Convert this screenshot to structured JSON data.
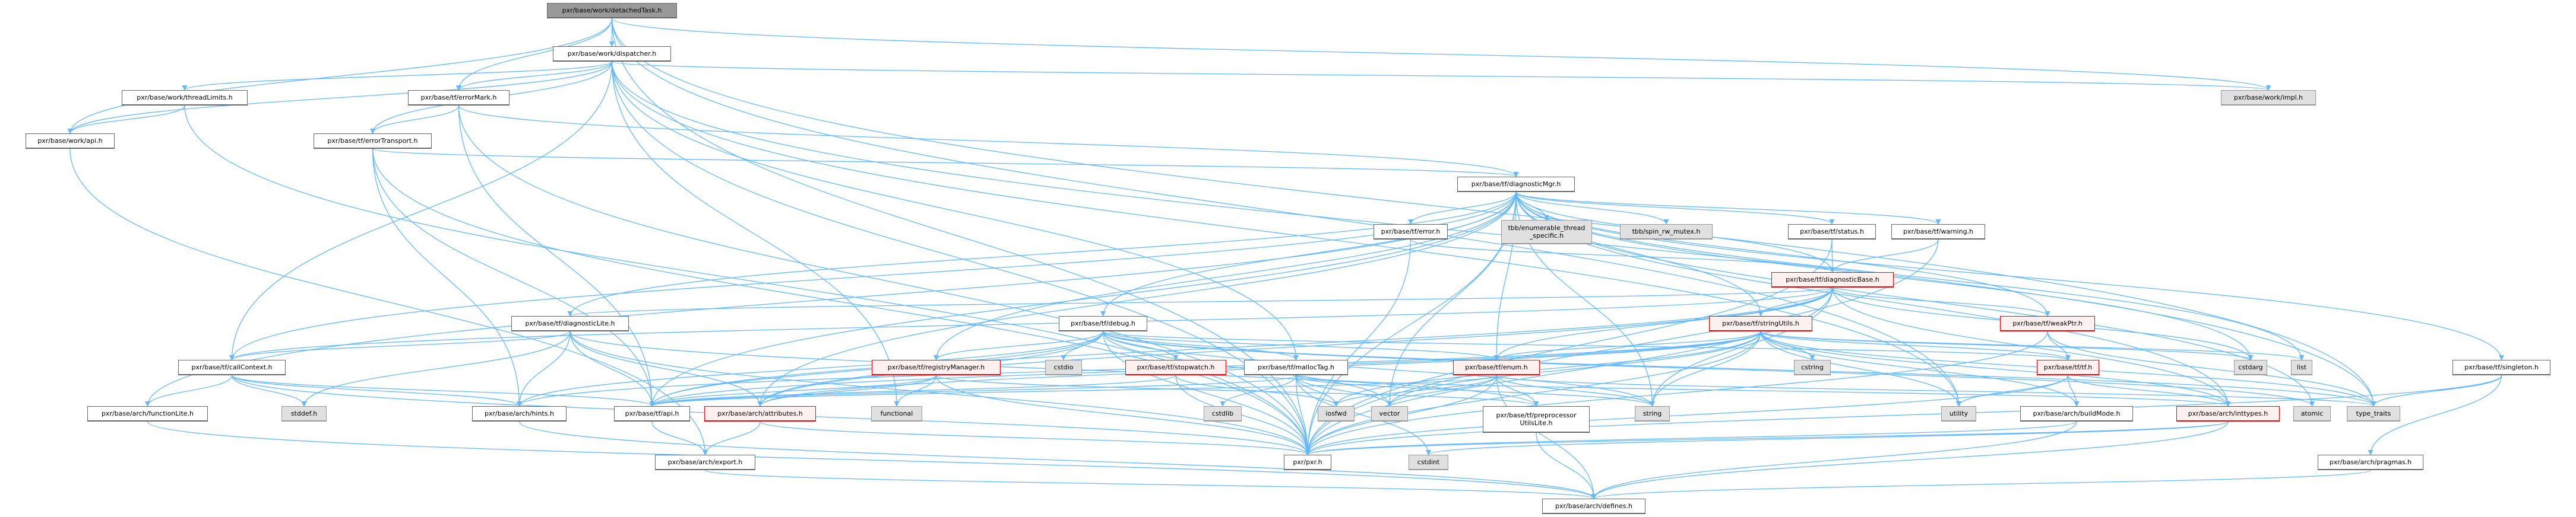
{
  "title": "pxr/base/work/detachedTask.h include dependency graph",
  "edge_color": "#63b8ff",
  "nodes": [
    {
      "id": "detachedTask",
      "label": "pxr/base/work/detachedTask.h",
      "kind": "root"
    },
    {
      "id": "dispatcher",
      "label": "pxr/base/work/dispatcher.h",
      "kind": "normal"
    },
    {
      "id": "threadLimits",
      "label": "pxr/base/work/threadLimits.h",
      "kind": "normal"
    },
    {
      "id": "errorMark",
      "label": "pxr/base/tf/errorMark.h",
      "kind": "normal"
    },
    {
      "id": "impl",
      "label": "pxr/base/work/impl.h",
      "kind": "external"
    },
    {
      "id": "workApi",
      "label": "pxr/base/work/api.h",
      "kind": "normal"
    },
    {
      "id": "errorTransport",
      "label": "pxr/base/tf/errorTransport.h",
      "kind": "normal"
    },
    {
      "id": "diagnosticMgr",
      "label": "pxr/base/tf/diagnosticMgr.h",
      "kind": "normal"
    },
    {
      "id": "error",
      "label": "pxr/base/tf/error.h",
      "kind": "normal"
    },
    {
      "id": "tbbEnum",
      "label": "tbb/enumerable_thread\n_specific.h",
      "kind": "external"
    },
    {
      "id": "tbbSpin",
      "label": "tbb/spin_rw_mutex.h",
      "kind": "external"
    },
    {
      "id": "status",
      "label": "pxr/base/tf/status.h",
      "kind": "normal"
    },
    {
      "id": "warning",
      "label": "pxr/base/tf/warning.h",
      "kind": "normal"
    },
    {
      "id": "diagnosticBase",
      "label": "pxr/base/tf/diagnosticBase.h",
      "kind": "truncated"
    },
    {
      "id": "diagnosticLite",
      "label": "pxr/base/tf/diagnosticLite.h",
      "kind": "normal"
    },
    {
      "id": "debug",
      "label": "pxr/base/tf/debug.h",
      "kind": "normal"
    },
    {
      "id": "stringUtils",
      "label": "pxr/base/tf/stringUtils.h",
      "kind": "truncated"
    },
    {
      "id": "weakPtr",
      "label": "pxr/base/tf/weakPtr.h",
      "kind": "truncated"
    },
    {
      "id": "callContext",
      "label": "pxr/base/tf/callContext.h",
      "kind": "normal"
    },
    {
      "id": "registryManager",
      "label": "pxr/base/tf/registryManager.h",
      "kind": "truncated"
    },
    {
      "id": "cstdio",
      "label": "cstdio",
      "kind": "external"
    },
    {
      "id": "stopwatch",
      "label": "pxr/base/tf/stopwatch.h",
      "kind": "truncated"
    },
    {
      "id": "mallocTag",
      "label": "pxr/base/tf/mallocTag.h",
      "kind": "normal"
    },
    {
      "id": "enum",
      "label": "pxr/base/tf/enum.h",
      "kind": "truncated"
    },
    {
      "id": "cstring",
      "label": "cstring",
      "kind": "external"
    },
    {
      "id": "tf",
      "label": "pxr/base/tf/tf.h",
      "kind": "truncated"
    },
    {
      "id": "cstdarg",
      "label": "cstdarg",
      "kind": "external"
    },
    {
      "id": "list",
      "label": "list",
      "kind": "external"
    },
    {
      "id": "singleton",
      "label": "pxr/base/tf/singleton.h",
      "kind": "normal"
    },
    {
      "id": "functionLite",
      "label": "pxr/base/arch/functionLite.h",
      "kind": "normal"
    },
    {
      "id": "stddef",
      "label": "stddef.h",
      "kind": "external"
    },
    {
      "id": "hints",
      "label": "pxr/base/arch/hints.h",
      "kind": "normal"
    },
    {
      "id": "tfApi",
      "label": "pxr/base/tf/api.h",
      "kind": "normal"
    },
    {
      "id": "attributes",
      "label": "pxr/base/arch/attributes.h",
      "kind": "truncated"
    },
    {
      "id": "functional",
      "label": "functional",
      "kind": "external"
    },
    {
      "id": "cstdlib",
      "label": "cstdlib",
      "kind": "external"
    },
    {
      "id": "iosfwd",
      "label": "iosfwd",
      "kind": "external"
    },
    {
      "id": "vector",
      "label": "vector",
      "kind": "external"
    },
    {
      "id": "preprocessorUtilsLite",
      "label": "pxr/base/tf/preprocessor\nUtilsLite.h",
      "kind": "normal"
    },
    {
      "id": "string",
      "label": "string",
      "kind": "external"
    },
    {
      "id": "utility",
      "label": "utility",
      "kind": "external"
    },
    {
      "id": "buildMode",
      "label": "pxr/base/arch/buildMode.h",
      "kind": "normal"
    },
    {
      "id": "inttypes",
      "label": "pxr/base/arch/inttypes.h",
      "kind": "truncated"
    },
    {
      "id": "atomic",
      "label": "atomic",
      "kind": "external"
    },
    {
      "id": "typeTraits",
      "label": "type_traits",
      "kind": "external"
    },
    {
      "id": "export",
      "label": "pxr/base/arch/export.h",
      "kind": "normal"
    },
    {
      "id": "pxr",
      "label": "pxr/pxr.h",
      "kind": "normal"
    },
    {
      "id": "cstdint",
      "label": "cstdint",
      "kind": "external"
    },
    {
      "id": "pragmas",
      "label": "pxr/base/arch/pragmas.h",
      "kind": "normal"
    },
    {
      "id": "defines",
      "label": "pxr/base/arch/defines.h",
      "kind": "normal"
    }
  ],
  "edges": [
    [
      "detachedTask",
      "dispatcher"
    ],
    [
      "detachedTask",
      "workApi"
    ],
    [
      "detachedTask",
      "errorMark"
    ],
    [
      "detachedTask",
      "impl"
    ],
    [
      "detachedTask",
      "pxr"
    ],
    [
      "detachedTask",
      "utility"
    ],
    [
      "detachedTask",
      "typeTraits"
    ],
    [
      "dispatcher",
      "threadLimits"
    ],
    [
      "dispatcher",
      "workApi"
    ],
    [
      "dispatcher",
      "errorMark"
    ],
    [
      "dispatcher",
      "errorTransport"
    ],
    [
      "dispatcher",
      "impl"
    ],
    [
      "dispatcher",
      "pxr"
    ],
    [
      "dispatcher",
      "functional"
    ],
    [
      "dispatcher",
      "typeTraits"
    ],
    [
      "dispatcher",
      "mallocTag"
    ],
    [
      "dispatcher",
      "callContext"
    ],
    [
      "dispatcher",
      "utility"
    ],
    [
      "threadLimits",
      "workApi"
    ],
    [
      "threadLimits",
      "pxr"
    ],
    [
      "errorMark",
      "errorTransport"
    ],
    [
      "errorMark",
      "diagnosticMgr"
    ],
    [
      "errorMark",
      "tfApi"
    ],
    [
      "errorMark",
      "pxr"
    ],
    [
      "workApi",
      "export"
    ],
    [
      "errorTransport",
      "diagnosticMgr"
    ],
    [
      "errorTransport",
      "tfApi"
    ],
    [
      "errorTransport",
      "hints"
    ],
    [
      "errorTransport",
      "pxr"
    ],
    [
      "diagnosticMgr",
      "error"
    ],
    [
      "diagnosticMgr",
      "tbbEnum"
    ],
    [
      "diagnosticMgr",
      "tbbSpin"
    ],
    [
      "diagnosticMgr",
      "status"
    ],
    [
      "diagnosticMgr",
      "warning"
    ],
    [
      "diagnosticMgr",
      "diagnosticBase"
    ],
    [
      "diagnosticMgr",
      "diagnosticLite"
    ],
    [
      "diagnosticMgr",
      "debug"
    ],
    [
      "diagnosticMgr",
      "stringUtils"
    ],
    [
      "diagnosticMgr",
      "weakPtr"
    ],
    [
      "diagnosticMgr",
      "callContext"
    ],
    [
      "diagnosticMgr",
      "enum"
    ],
    [
      "diagnosticMgr",
      "singleton"
    ],
    [
      "diagnosticMgr",
      "cstdarg"
    ],
    [
      "diagnosticMgr",
      "list"
    ],
    [
      "diagnosticMgr",
      "atomic"
    ],
    [
      "diagnosticMgr",
      "string"
    ],
    [
      "diagnosticMgr",
      "vector"
    ],
    [
      "diagnosticMgr",
      "tfApi"
    ],
    [
      "diagnosticMgr",
      "attributes"
    ],
    [
      "diagnosticMgr",
      "functionLite"
    ],
    [
      "diagnosticMgr",
      "pxr"
    ],
    [
      "diagnosticMgr",
      "inttypes"
    ],
    [
      "diagnosticMgr",
      "registryManager"
    ],
    [
      "error",
      "diagnosticBase"
    ],
    [
      "error",
      "pxr"
    ],
    [
      "status",
      "diagnosticBase"
    ],
    [
      "status",
      "pxr"
    ],
    [
      "warning",
      "diagnosticBase"
    ],
    [
      "warning",
      "pxr"
    ],
    [
      "diagnosticBase",
      "stringUtils"
    ],
    [
      "diagnosticBase",
      "weakPtr"
    ],
    [
      "diagnosticBase",
      "enum"
    ],
    [
      "diagnosticBase",
      "callContext"
    ],
    [
      "diagnosticBase",
      "tfApi"
    ],
    [
      "diagnosticBase",
      "attributes"
    ],
    [
      "diagnosticBase",
      "diagnosticLite"
    ],
    [
      "diagnosticBase",
      "cstdarg"
    ],
    [
      "diagnosticBase",
      "string"
    ],
    [
      "diagnosticBase",
      "pxr"
    ],
    [
      "diagnosticBase",
      "inttypes"
    ],
    [
      "diagnosticLite",
      "callContext"
    ],
    [
      "diagnosticLite",
      "tfApi"
    ],
    [
      "diagnosticLite",
      "attributes"
    ],
    [
      "diagnosticLite",
      "hints"
    ],
    [
      "diagnosticLite",
      "stddef"
    ],
    [
      "diagnosticLite",
      "pxr"
    ],
    [
      "diagnosticLite",
      "preprocessorUtilsLite"
    ],
    [
      "debug",
      "registryManager"
    ],
    [
      "debug",
      "cstdio"
    ],
    [
      "debug",
      "stopwatch"
    ],
    [
      "debug",
      "mallocTag"
    ],
    [
      "debug",
      "enum"
    ],
    [
      "debug",
      "tfApi"
    ],
    [
      "debug",
      "attributes"
    ],
    [
      "debug",
      "hints"
    ],
    [
      "debug",
      "string"
    ],
    [
      "debug",
      "vector"
    ],
    [
      "debug",
      "atomic"
    ],
    [
      "debug",
      "typeTraits"
    ],
    [
      "debug",
      "pxr"
    ],
    [
      "debug",
      "tf"
    ],
    [
      "stringUtils",
      "enum"
    ],
    [
      "stringUtils",
      "cstring"
    ],
    [
      "stringUtils",
      "cstdarg"
    ],
    [
      "stringUtils",
      "list"
    ],
    [
      "stringUtils",
      "string"
    ],
    [
      "stringUtils",
      "vector"
    ],
    [
      "stringUtils",
      "utility"
    ],
    [
      "stringUtils",
      "attributes"
    ],
    [
      "stringUtils",
      "hints"
    ],
    [
      "stringUtils",
      "inttypes"
    ],
    [
      "stringUtils",
      "tfApi"
    ],
    [
      "stringUtils",
      "pxr"
    ],
    [
      "stringUtils",
      "tf"
    ],
    [
      "stringUtils",
      "buildMode"
    ],
    [
      "stringUtils",
      "typeTraits"
    ],
    [
      "stringUtils",
      "iosfwd"
    ],
    [
      "weakPtr",
      "tf"
    ],
    [
      "weakPtr",
      "pxr"
    ],
    [
      "weakPtr",
      "typeTraits"
    ],
    [
      "callContext",
      "functionLite"
    ],
    [
      "callContext",
      "stddef"
    ],
    [
      "callContext",
      "tfApi"
    ],
    [
      "callContext",
      "hints"
    ],
    [
      "callContext",
      "pxr"
    ],
    [
      "registryManager",
      "functional"
    ],
    [
      "registryManager",
      "tfApi"
    ],
    [
      "registryManager",
      "attributes"
    ],
    [
      "registryManager",
      "pxr"
    ],
    [
      "registryManager",
      "preprocessorUtilsLite"
    ],
    [
      "stopwatch",
      "tfApi"
    ],
    [
      "stopwatch",
      "pxr"
    ],
    [
      "stopwatch",
      "iosfwd"
    ],
    [
      "mallocTag",
      "cstdlib"
    ],
    [
      "mallocTag",
      "iosfwd"
    ],
    [
      "mallocTag",
      "vector"
    ],
    [
      "mallocTag",
      "string"
    ],
    [
      "mallocTag",
      "cstdint"
    ],
    [
      "mallocTag",
      "pxr"
    ],
    [
      "mallocTag",
      "tfApi"
    ],
    [
      "mallocTag",
      "inttypes"
    ],
    [
      "enum",
      "preprocessorUtilsLite"
    ],
    [
      "enum",
      "string"
    ],
    [
      "enum",
      "vector"
    ],
    [
      "enum",
      "iosfwd"
    ],
    [
      "enum",
      "tfApi"
    ],
    [
      "enum",
      "pxr"
    ],
    [
      "enum",
      "typeTraits"
    ],
    [
      "enum",
      "defines"
    ],
    [
      "tf",
      "utility"
    ],
    [
      "tf",
      "buildMode"
    ],
    [
      "tf",
      "inttypes"
    ],
    [
      "tf",
      "pxr"
    ],
    [
      "singleton",
      "typeTraits"
    ],
    [
      "singleton",
      "pragmas"
    ],
    [
      "singleton",
      "pxr"
    ],
    [
      "functionLite",
      "defines"
    ],
    [
      "hints",
      "defines"
    ],
    [
      "tfApi",
      "export"
    ],
    [
      "attributes",
      "export"
    ],
    [
      "attributes",
      "pxr"
    ],
    [
      "preprocessorUtilsLite",
      "defines"
    ],
    [
      "buildMode",
      "pxr"
    ],
    [
      "buildMode",
      "defines"
    ],
    [
      "inttypes",
      "pxr"
    ],
    [
      "inttypes",
      "cstdint"
    ],
    [
      "inttypes",
      "defines"
    ],
    [
      "export",
      "defines"
    ],
    [
      "pragmas",
      "defines"
    ]
  ]
}
